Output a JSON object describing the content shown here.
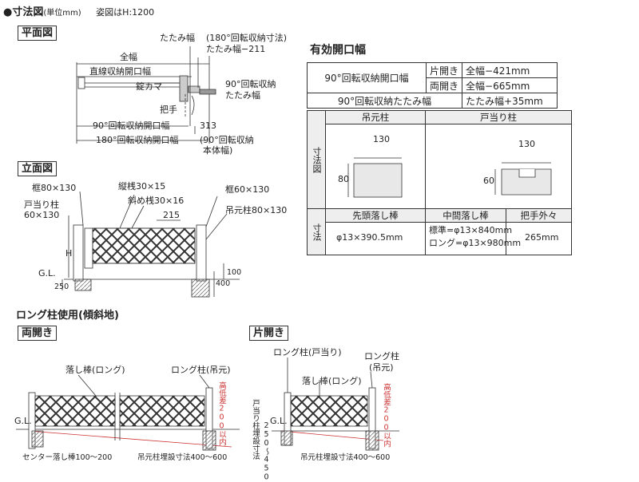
{
  "header": {
    "title": "●寸法図",
    "unit": "(単位mm)",
    "height_note": "姿図はH:1200"
  },
  "plan": {
    "tag": "平面図",
    "labels": {
      "tatami_width": "たたみ幅",
      "rot180_dim": "(180°回転収納寸法)",
      "rot180_value": "たたみ幅−211",
      "full_width": "全幅",
      "straight_open": "直線収納開口幅",
      "lock": "錠カマ",
      "rot90_1": "90°回転収納",
      "rot90_2": "たたみ幅",
      "handle": "把手",
      "open90": "90°回転収納開口幅",
      "dim313": "313",
      "open180": "180°回転収納開口幅",
      "body_1": "(90°回転収納",
      "body_2": "本体幅)"
    }
  },
  "elevation": {
    "tag": "立面図",
    "labels": {
      "frame_80": "框80×130",
      "vstile": "縦桟30×15",
      "frame_60": "框60×130",
      "diag": "斜め桟30×16",
      "stop_post": "戸当り柱",
      "stop_post_size": "60×130",
      "pitch": "215",
      "hang_post": "吊元柱80×130",
      "h": "H",
      "gl": "G.L.",
      "d250": "250",
      "d400": "400",
      "d100": "100"
    }
  },
  "effective": {
    "title": "有効開口幅",
    "row_label_1": "90°回転収納開口幅",
    "single": "片開き",
    "single_val": "全幅−421mm",
    "double": "両開き",
    "double_val": "全幅−665mm",
    "row_label_2": "90°回転収納たたみ幅",
    "fold_val": "たたみ幅+35mm"
  },
  "dimtable": {
    "drawing_label": "寸法図",
    "hang_post": "吊元柱",
    "stop_post": "戸当り柱",
    "hp_w": "130",
    "hp_h": "80",
    "sp_w": "130",
    "sp_h": "60",
    "size_label": "寸法",
    "col_drop_head": "先頭落し棒",
    "col_drop_mid": "中間落し棒",
    "col_handle": "把手外々",
    "drop_head_val": "φ13×390.5mm",
    "drop_mid_std": "標準=φ13×840mm",
    "drop_mid_long": "ロング=φ13×980mm",
    "handle_val": "265mm"
  },
  "long_post": {
    "title": "ロング柱使用(傾斜地)",
    "double": {
      "tag": "両開き",
      "drop_rod": "落し棒(ロング)",
      "long_post": "ロング柱(吊元)",
      "gl": "G.L.",
      "diff": "高低差200以内",
      "center": "センター落し棒100〜200",
      "embed": "吊元柱埋設寸法400〜600"
    },
    "single": {
      "tag": "片開き",
      "long_stop": "ロング柱(戸当り)",
      "drop_rod": "落し棒(ロング)",
      "long_post_1": "ロング柱",
      "long_post_2": "(吊元)",
      "gl": "G.L.",
      "stop_embed": "戸当り柱埋設寸法",
      "stop_embed_val": "250〜450",
      "diff": "高低差200以内",
      "embed": "吊元柱埋設寸法400〜600"
    }
  }
}
